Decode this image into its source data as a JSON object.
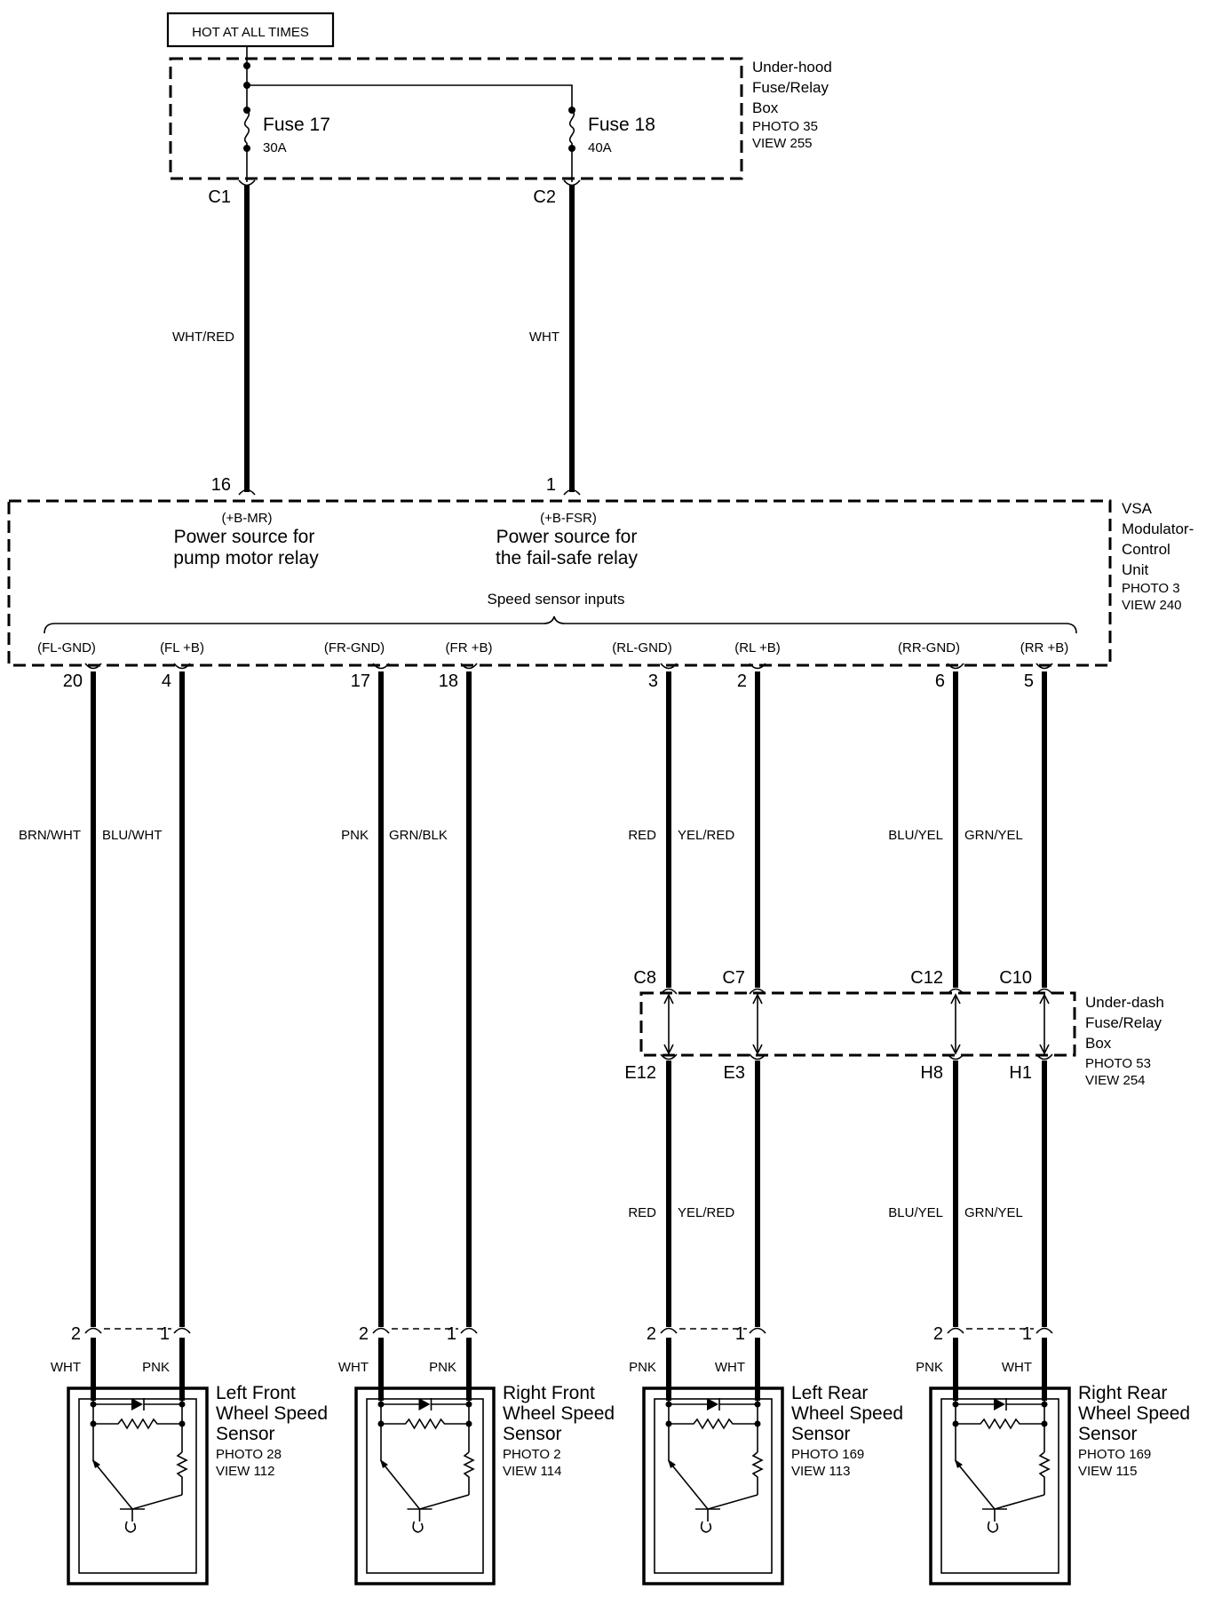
{
  "hot_label": "HOT AT ALL TIMES",
  "underhood_box": {
    "name_lines": [
      "Under-hood",
      "Fuse/Relay",
      "Box"
    ],
    "photo": "PHOTO 35",
    "view": "VIEW 255",
    "fuses": [
      {
        "name": "Fuse 17",
        "rating": "30A",
        "connector": "C1"
      },
      {
        "name": "Fuse 18",
        "rating": "40A",
        "connector": "C2"
      }
    ]
  },
  "power_wires": [
    {
      "color": "WHT/RED",
      "pin": "16",
      "signal": "(+B-MR)",
      "desc_lines": [
        "Power source for",
        "pump motor relay"
      ]
    },
    {
      "color": "WHT",
      "pin": "1",
      "signal": "(+B-FSR)",
      "desc_lines": [
        "Power source for",
        "the fail-safe relay"
      ]
    }
  ],
  "vsa_unit": {
    "name_lines": [
      "VSA",
      "Modulator-",
      "Control",
      "Unit"
    ],
    "photo": "PHOTO 3",
    "view": "VIEW 240",
    "inputs_label": "Speed sensor inputs"
  },
  "sensor_wires": [
    {
      "signal": "(FL-GND)",
      "pin": "20",
      "color_upper": "BRN/WHT",
      "sensor_pin": "2",
      "sensor_wire_color": "WHT"
    },
    {
      "signal": "(FL +B)",
      "pin": "4",
      "color_upper": "BLU/WHT",
      "sensor_pin": "1",
      "sensor_wire_color": "PNK"
    },
    {
      "signal": "(FR-GND)",
      "pin": "17",
      "color_upper": "PNK",
      "sensor_pin": "2",
      "sensor_wire_color": "WHT"
    },
    {
      "signal": "(FR +B)",
      "pin": "18",
      "color_upper": "GRN/BLK",
      "sensor_pin": "1",
      "sensor_wire_color": "PNK"
    },
    {
      "signal": "(RL-GND)",
      "pin": "3",
      "color_upper": "RED",
      "underdash_top": "C8",
      "underdash_bottom": "E12",
      "color_lower": "RED",
      "sensor_pin": "2",
      "sensor_wire_color": "PNK"
    },
    {
      "signal": "(RL +B)",
      "pin": "2",
      "color_upper": "YEL/RED",
      "underdash_top": "C7",
      "underdash_bottom": "E3",
      "color_lower": "YEL/RED",
      "sensor_pin": "1",
      "sensor_wire_color": "WHT"
    },
    {
      "signal": "(RR-GND)",
      "pin": "6",
      "color_upper": "BLU/YEL",
      "underdash_top": "C12",
      "underdash_bottom": "H8",
      "color_lower": "BLU/YEL",
      "sensor_pin": "2",
      "sensor_wire_color": "PNK"
    },
    {
      "signal": "(RR +B)",
      "pin": "5",
      "color_upper": "GRN/YEL",
      "underdash_top": "C10",
      "underdash_bottom": "H1",
      "color_lower": "GRN/YEL",
      "sensor_pin": "1",
      "sensor_wire_color": "WHT"
    }
  ],
  "underdash_box": {
    "name_lines": [
      "Under-dash",
      "Fuse/Relay",
      "Box"
    ],
    "photo": "PHOTO 53",
    "view": "VIEW 254"
  },
  "sensors": [
    {
      "name_lines": [
        "Left Front",
        "Wheel Speed",
        "Sensor"
      ],
      "photo": "PHOTO 28",
      "view": "VIEW 112"
    },
    {
      "name_lines": [
        "Right Front",
        "Wheel Speed",
        "Sensor"
      ],
      "photo": "PHOTO 2",
      "view": "VIEW 114"
    },
    {
      "name_lines": [
        "Left Rear",
        "Wheel Speed",
        "Sensor"
      ],
      "photo": "PHOTO 169",
      "view": "VIEW 113"
    },
    {
      "name_lines": [
        "Right Rear",
        "Wheel Speed",
        "Sensor"
      ],
      "photo": "PHOTO 169",
      "view": "VIEW 115"
    }
  ]
}
